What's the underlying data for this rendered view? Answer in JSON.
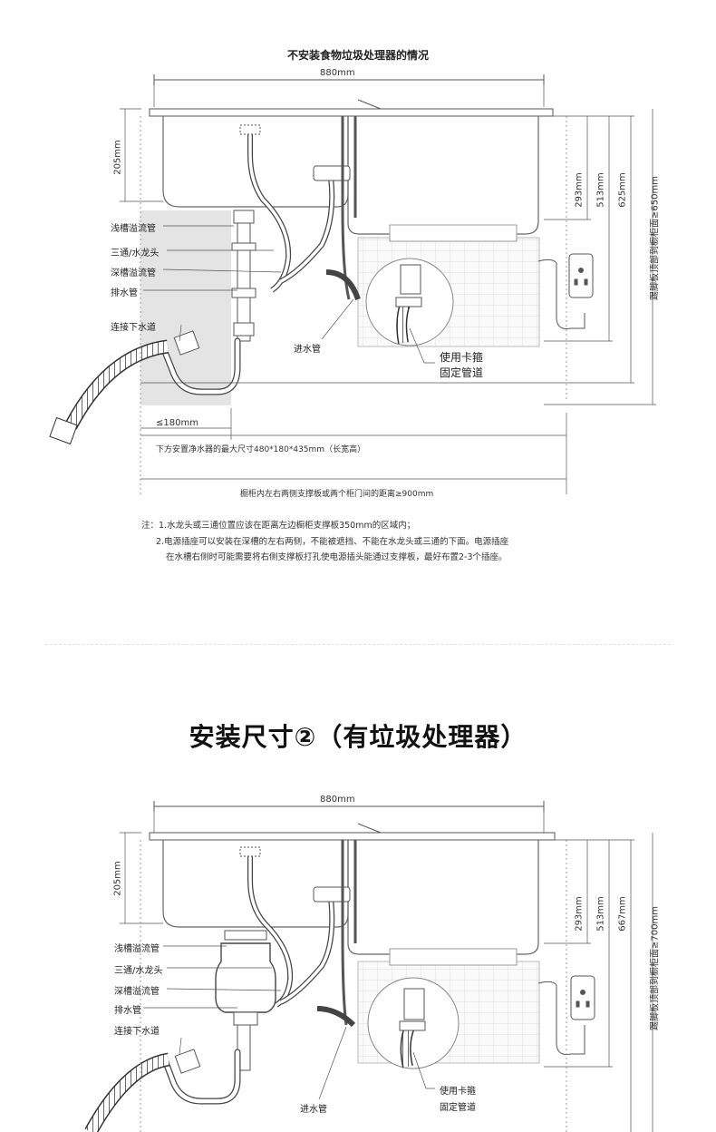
{
  "diagram1": {
    "title": "不安装食物垃圾处理器的情况",
    "width_label": "880mm",
    "left_height_label": "205mm",
    "right_dims": [
      "293mm",
      "513mm",
      "625mm",
      "踢脚板顶部到橱柜面≥650mm"
    ],
    "labels": {
      "shallow_overflow": "浅槽溢流管",
      "tee_faucet": "三通/水龙头",
      "deep_overflow": "深槽溢流管",
      "drain_pipe": "排水管",
      "connect_drain": "连接下水道",
      "inlet_pipe": "进水管",
      "clamp_line1": "使用卡箍",
      "clamp_line2": "固定管道"
    },
    "bottom_dims": {
      "limit_180": "≤180mm",
      "purifier_note": "下方安置净水器的最大尺寸480*180*435mm（长宽高）",
      "cabinet_note": "橱柜内左右两侧支撑板或两个柜门间的距离≥900mm"
    },
    "notes": [
      "注：1.水龙头或三通位置应该在距离左边橱柜支撑板350mm的区域内；",
      "2.电源插座可以安装在深槽的左右两侧，不能被遮挡、不能在水龙头或三通的下面。电源插座",
      "在水槽右侧时可能需要将右侧支撑板打孔使电源插头能通过支撑板，最好布置2-3个插座。"
    ]
  },
  "section2_title": "安装尺寸②（有垃圾处理器）",
  "diagram2": {
    "width_label": "880mm",
    "left_height_label": "205mm",
    "right_dims": [
      "293mm",
      "513mm",
      "667mm",
      "踢脚板顶部到橱柜面≥700mm"
    ],
    "labels": {
      "shallow_overflow": "浅槽溢流管",
      "tee_faucet": "三通/水龙头",
      "deep_overflow": "深槽溢流管",
      "drain_pipe": "排水管",
      "connect_drain": "连接下水道",
      "inlet_pipe": "进水管",
      "clamp_line1": "使用卡箍",
      "clamp_line2": "固定管道"
    }
  }
}
